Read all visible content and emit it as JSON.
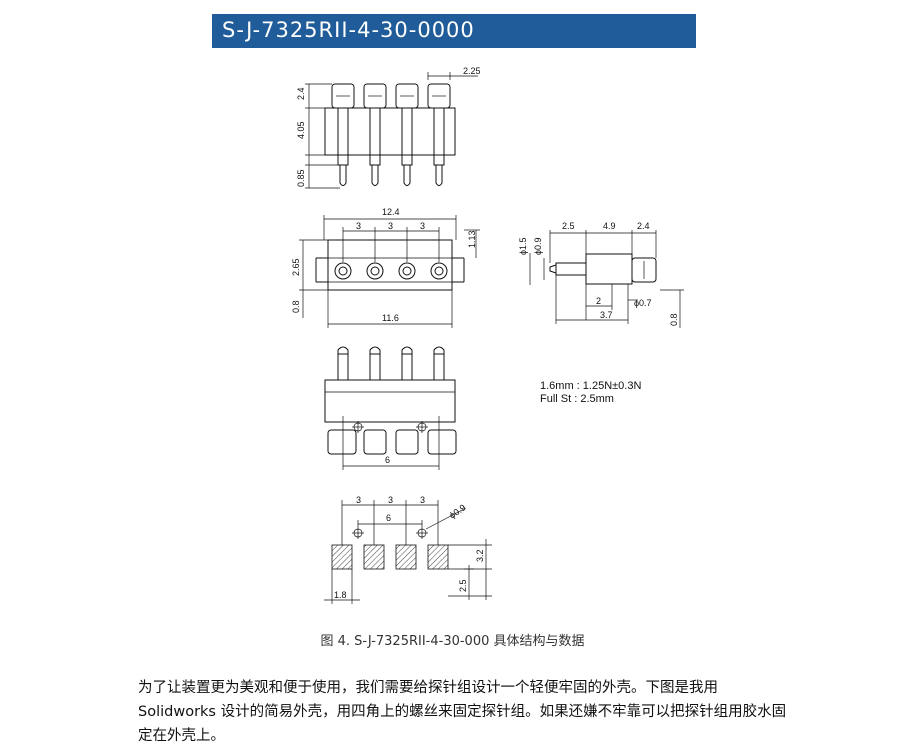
{
  "title": "S-J-7325RII-4-30-0000",
  "dims": {
    "d_2_25": "2.25",
    "d_2_4": "2.4",
    "d_4_05": "4.05",
    "d_0_85": "0.85",
    "d_12_4": "12.4",
    "d_3a": "3",
    "d_3b": "3",
    "d_3c": "3",
    "d_1_13": "1.13",
    "d_2_65": "2.65",
    "d_0_8": "0.8",
    "d_11_6": "11.6",
    "d_phi1_5": "ϕ1.5",
    "d_phi0_9": "ϕ0.9",
    "d_2_5": "2.5",
    "d_4_9": "4.9",
    "d_2_4b": "2.4",
    "d_2": "2",
    "d_phi0_7": "ϕ0.7",
    "d_3_7": "3.7",
    "d_0_8b": "0.8",
    "d_6": "6",
    "d_3d": "3",
    "d_3e": "3",
    "d_3f": "3",
    "d_6b": "6",
    "d_phi0_9b": "ϕ0.9",
    "d_3_2": "3.2",
    "d_2_5b": "2.5",
    "d_1_8": "1.8"
  },
  "spec": {
    "line1": "1.6mm : 1.25N±0.3N",
    "line2": "Full St : 2.5mm"
  },
  "caption": "图 4. S-J-7325RII-4-30-000  具体结构与数据",
  "paragraph": "为了让装置更为美观和便于使用，我们需要给探针组设计一个轻便牢固的外壳。下图是我用 Solidworks 设计的简易外壳，用四角上的螺丝来固定探针组。如果还嫌不牢靠可以把探针组用胶水固定在外壳上。"
}
